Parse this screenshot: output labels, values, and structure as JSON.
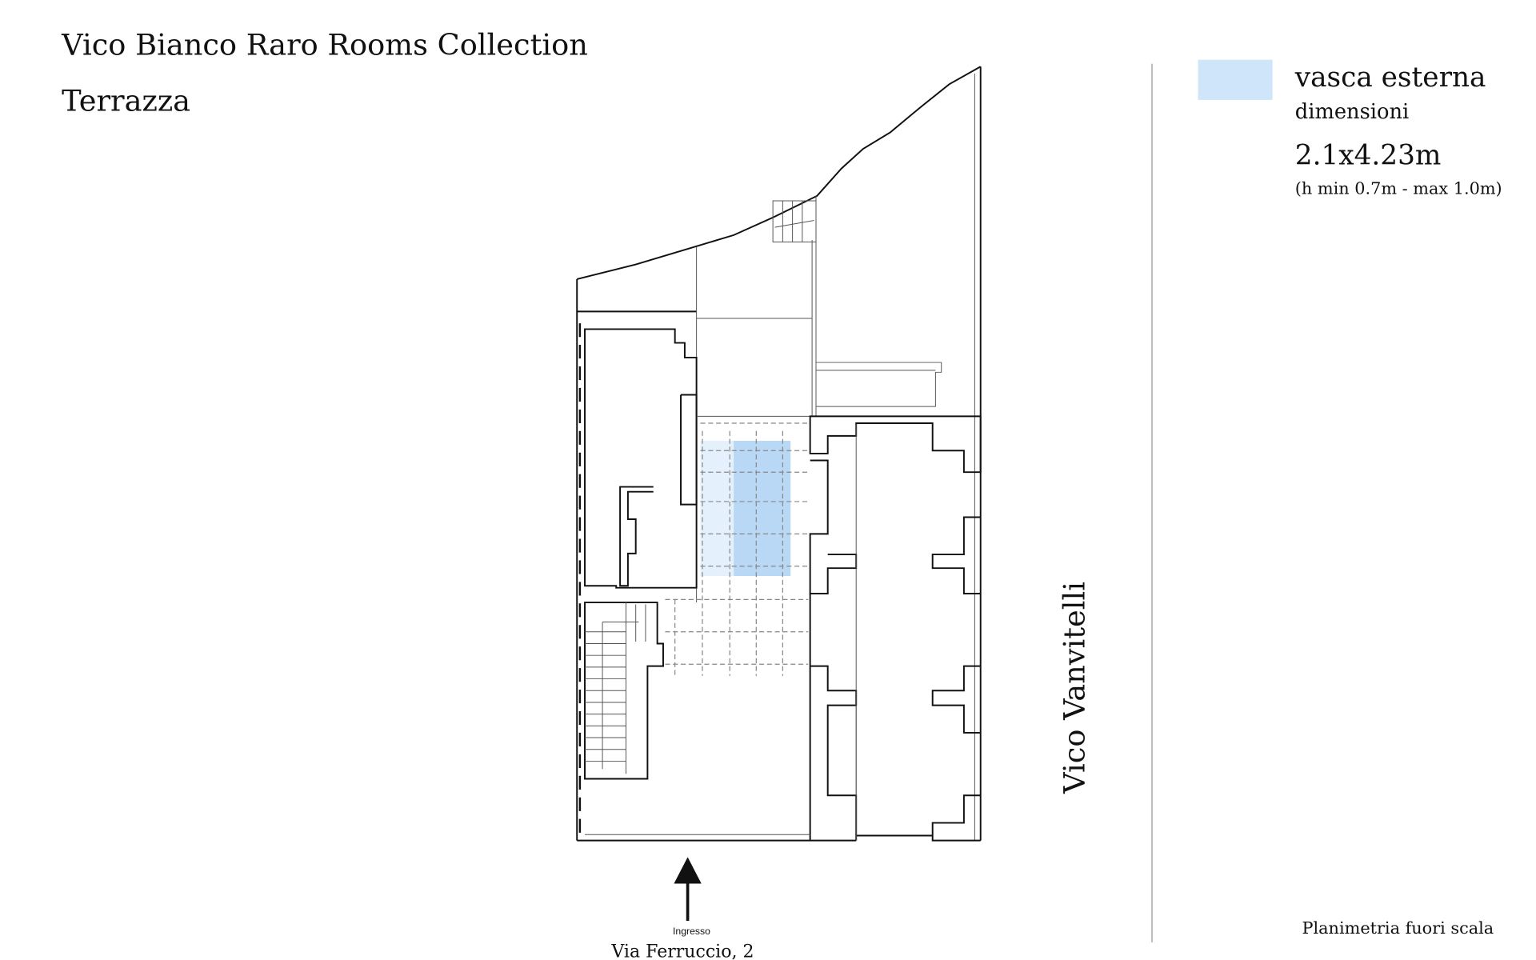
{
  "header": {
    "title": "Vico Bianco Raro Rooms Collection",
    "subtitle": "Terrazza"
  },
  "legend": {
    "label": "vasca esterna",
    "dimensions_label": "dimensioni",
    "dimensions_value": "2.1x4.23m",
    "height_note": "(h min 0.7m - max 1.0m)",
    "swatch_color": "#cfe5fa"
  },
  "plan": {
    "street_side": "Vico Vanvitelli",
    "entrance_label": "Ingresso",
    "entrance_street": "Via Ferruccio, 2",
    "pool_color": "#b9d8f6"
  },
  "footer": {
    "scale_note": "Planimetria fuori scala"
  }
}
